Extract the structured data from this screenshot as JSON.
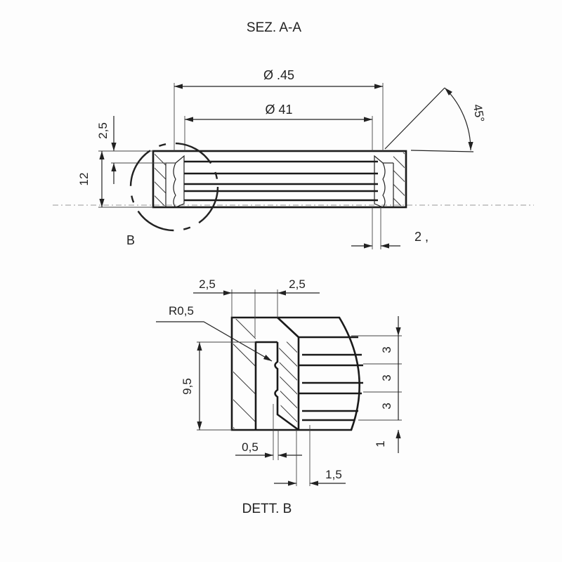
{
  "section": {
    "title": "SEZ. A-A",
    "dim_outer_diameter": "Ø .45",
    "dim_inner_diameter": "Ø 41",
    "dim_angle": "45°",
    "dim_top_offset": "2,5",
    "dim_height": "12",
    "dim_wall": "2 ,",
    "detail_callout": "B"
  },
  "detail": {
    "title": "DETT. B",
    "dim_left_width": "2,5",
    "dim_right_width": "2,5",
    "dim_radius": "R0,5",
    "dim_height": "9,5",
    "dim_pitch_1": "3",
    "dim_pitch_2": "3",
    "dim_pitch_3": "3",
    "dim_bottom": "1",
    "dim_gap": "0,5",
    "dim_offset": "1,5"
  },
  "colors": {
    "ink": "#222222",
    "paper": "#fdfdfd"
  }
}
